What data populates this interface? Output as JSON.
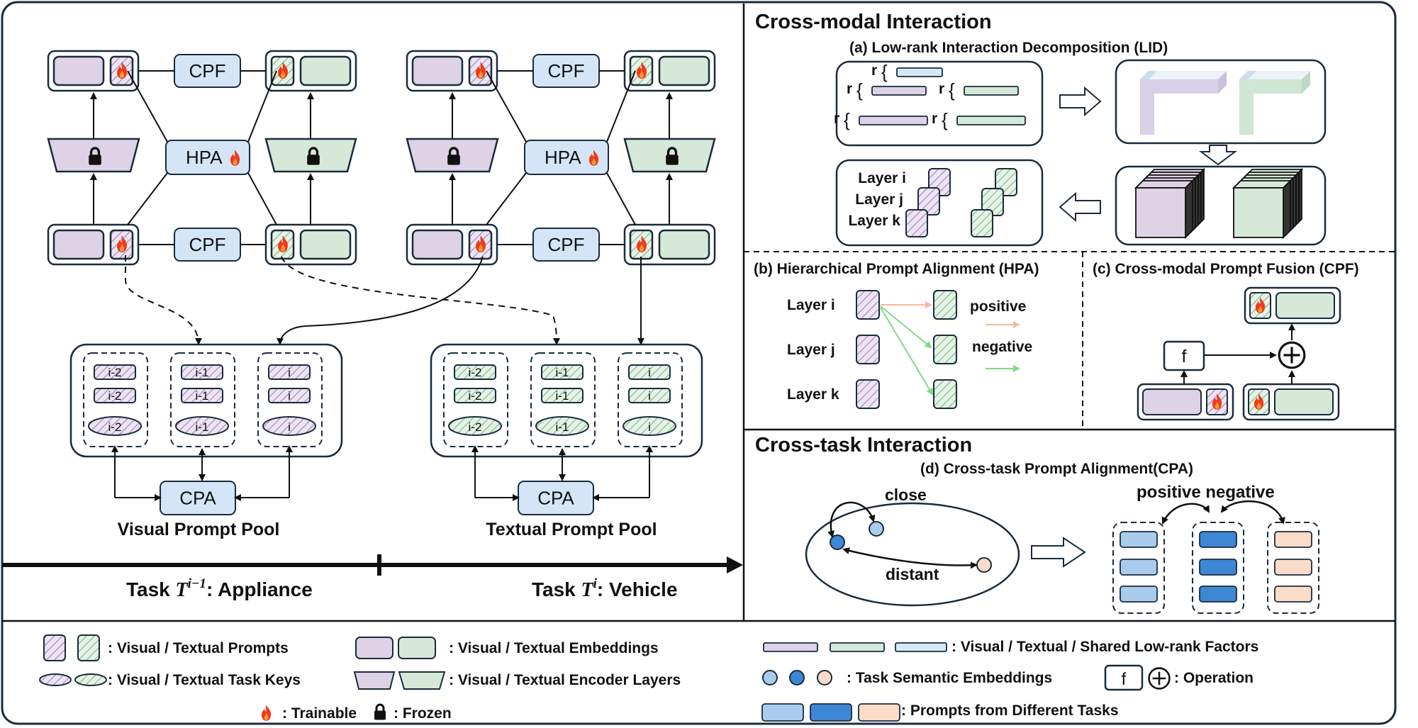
{
  "figure": {
    "cross_modal_title": "Cross-modal Interaction",
    "cross_task_title": "Cross-task Interaction"
  },
  "timeline": {
    "task_prev_prefix": "Task ",
    "task_prev_symbol": "T",
    "task_prev_sup": "i−1",
    "task_prev_suffix": ": Appliance",
    "task_cur_prefix": "Task ",
    "task_cur_symbol": "T",
    "task_cur_sup": "i",
    "task_cur_suffix": ": Vehicle"
  },
  "modules": {
    "cpf": "CPF",
    "hpa": "HPA",
    "cpa": "CPA",
    "f": "f"
  },
  "pools": {
    "visual_label": "Visual Prompt Pool",
    "textual_label": "Textual Prompt Pool",
    "columns": [
      "i-2",
      "i-1",
      "i"
    ]
  },
  "lid": {
    "title": "(a) Low-rank Interaction Decomposition (LID)",
    "r_label": "r",
    "layers": [
      "Layer i",
      "Layer j",
      "Layer k"
    ]
  },
  "hpa": {
    "title": "(b) Hierarchical Prompt Alignment (HPA)",
    "layers": [
      "Layer i",
      "Layer j",
      "Layer k"
    ],
    "positive": "positive",
    "negative": "negative"
  },
  "cpf": {
    "title": "(c) Cross-modal Prompt Fusion (CPF)"
  },
  "cpa": {
    "title": "(d) Cross-task Prompt Alignment(CPA)",
    "close": "close",
    "distant": "distant",
    "positive_negative": "positive negative"
  },
  "legend": {
    "prompts": ": Visual / Textual Prompts",
    "task_keys": ": Visual / Textual Task Keys",
    "trainable": ": Trainable",
    "frozen": ": Frozen",
    "embeddings": ": Visual / Textual Embeddings",
    "encoder_layers": ": Visual / Textual Encoder Layers",
    "low_rank": ": Visual / Textual / Shared Low-rank Factors",
    "semantic": ": Task Semantic Embeddings",
    "operation": ": Operation",
    "prompts_tasks": ": Prompts from Different Tasks"
  },
  "colors": {
    "visual": "#ddd2e6",
    "textual": "#d6e8d8",
    "shared": "#d7e7f6",
    "module": "#d3e5f7",
    "fire": "#f03a1a",
    "positive_arrow": "#f7b8a0",
    "negative_arrow": "#7fd987",
    "task_light": "#a9ccee",
    "task_mid": "#3d87d4",
    "task_peach": "#fbdcc8"
  }
}
